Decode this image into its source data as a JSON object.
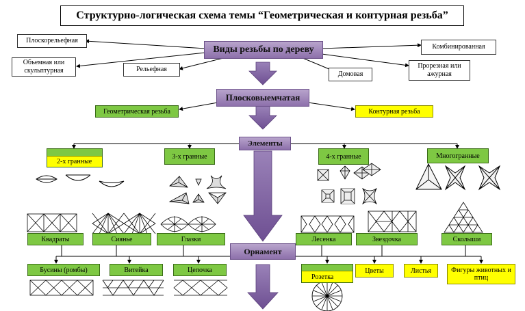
{
  "title": "Структурно-логическая схема темы “Геометрическая и контурная резьба”",
  "top": {
    "main": "Виды резьбы по дереву",
    "types": {
      "ploskorelefnaya": "Плоскорельефная",
      "obemnaya": "Объемная или скульптурная",
      "relefnaya": "Рельефная",
      "domovaya": "Домовая",
      "prorezhnaya": "Прорезная или ажурная",
      "kombinirovannaya": "Комбинированная"
    }
  },
  "ploskovyemchataya": {
    "label": "Плосковыемчатая",
    "geometric": "Геометрическая резьба",
    "contour": "Контурная резьба"
  },
  "elements": {
    "label": "Элементы",
    "g2": "2-х гранные",
    "g3": "3-х гранные",
    "g4": "4-х гранные",
    "gmany": "Многогранные"
  },
  "ornament": {
    "label": "Орнамент",
    "upper": {
      "kvadraty": "Квадраты",
      "siyanie": "Сиянье",
      "glazki": "Глазки",
      "lesenka": "Лесенка",
      "zvezdochka": "Звездочка",
      "skolyshi": "Сколыши"
    },
    "lower": {
      "businy": "Бусины (ромбы)",
      "viteyka": "Витейка",
      "tsepochka": "Цепочка",
      "rozetka": "Розетка",
      "tsvety": "Цветы",
      "listya": "Листья",
      "figury": "Фигуры животных и птиц"
    }
  },
  "colors": {
    "purple": "#8d70ab",
    "green": "#7ec843",
    "yellow": "#ffff00"
  }
}
